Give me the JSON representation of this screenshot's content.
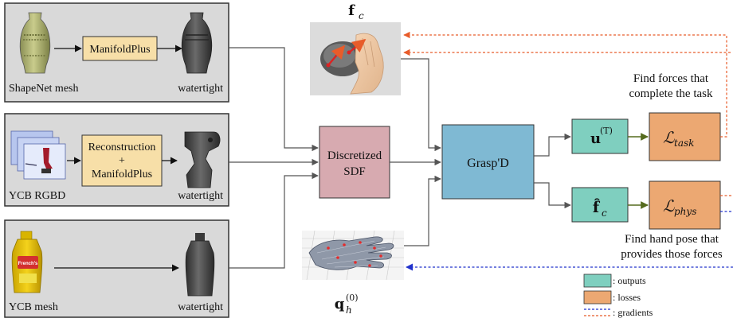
{
  "panels": {
    "shapenet": {
      "source_label": "ShapeNet mesh",
      "process_label": "ManifoldPlus",
      "result_label": "watertight"
    },
    "ycb_rgbd": {
      "source_label": "YCB RGBD",
      "process_line1": "Reconstruction",
      "process_line2": "+",
      "process_line3": "ManifoldPlus",
      "result_label": "watertight"
    },
    "ycb_mesh": {
      "source_label": "YCB mesh",
      "result_label": "watertight",
      "logo_text": "French's"
    }
  },
  "nodes": {
    "sdf_line1": "Discretized",
    "sdf_line2": "SDF",
    "model": "Grasp'D",
    "fc_label": "f",
    "fc_sub": "c",
    "q_label": "q",
    "q_sub": "h",
    "q_sup": "(0)",
    "u_label": "u",
    "u_sup": "(T)",
    "fhat_label": "f̂",
    "fhat_sub": "c",
    "loss_task_main": "ℒ",
    "loss_task_sub": "task",
    "loss_phys_main": "ℒ",
    "loss_phys_sub": "phys"
  },
  "annotations": {
    "task_line1": "Find forces that",
    "task_line2": "complete the task",
    "phys_line1": "Find hand pose that",
    "phys_line2": "provides those forces"
  },
  "legend": {
    "outputs": ": outputs",
    "losses": ": losses",
    "gradients": ": gradients"
  },
  "colors": {
    "panel_fill": "#d9d9d9",
    "process_fill": "#f7dfa8",
    "sdf_fill": "#d7aab0",
    "model_fill": "#7fb9d3",
    "output_fill": "#7fcfbf",
    "loss_fill": "#eca872",
    "arrow_gray": "#555555",
    "arrow_green": "#556b1e",
    "grad_red": "#e85c2a",
    "grad_blue": "#2233cc"
  }
}
